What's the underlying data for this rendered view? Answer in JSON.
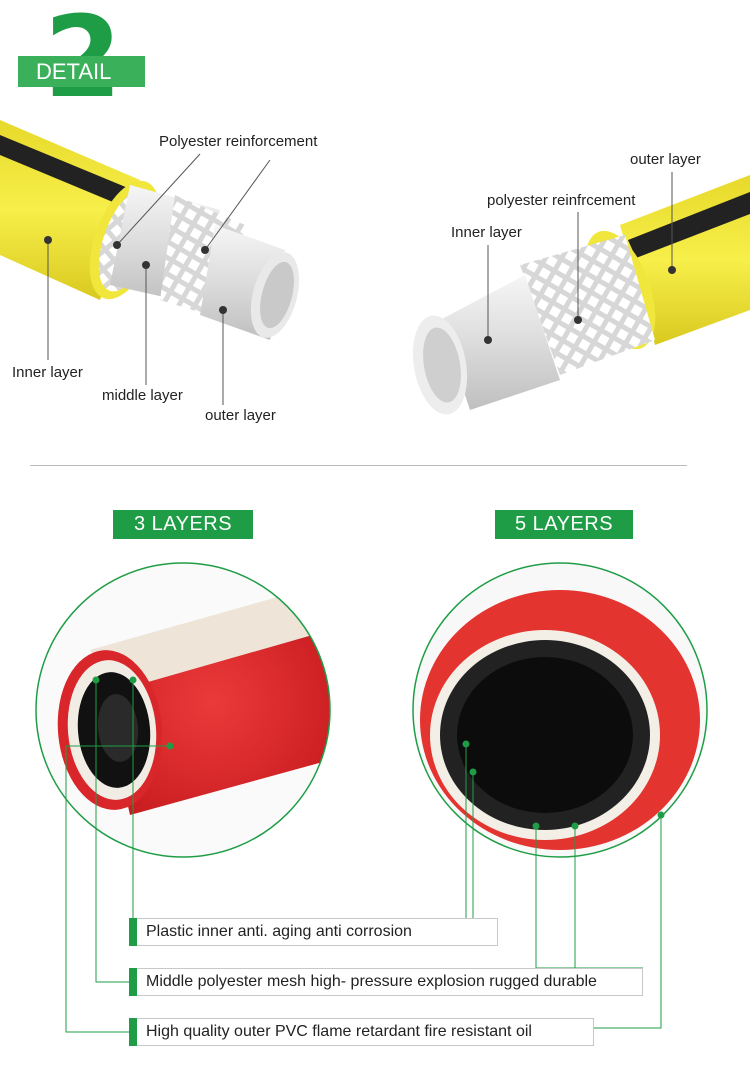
{
  "badge": {
    "number": "2",
    "label": "DETAIL"
  },
  "top_left": {
    "polyester": "Polyester reinforcement",
    "inner": "Inner layer",
    "middle": "middle layer",
    "outer": "outer layer"
  },
  "top_right": {
    "outer": "outer layer",
    "polyester": "polyester reinfrcement",
    "inner": "Inner layer"
  },
  "sections": {
    "left_title": "3 LAYERS",
    "right_title": "5 LAYERS"
  },
  "legend": [
    "Plastic inner anti. aging anti corrosion",
    "Middle polyester mesh high- pressure explosion rugged durable",
    "High quality outer PVC flame retardant fire resistant oil"
  ],
  "colors": {
    "accent": "#1f9d46",
    "hose_yellow": "#f3e83a",
    "hose_red": "#e2262b"
  }
}
